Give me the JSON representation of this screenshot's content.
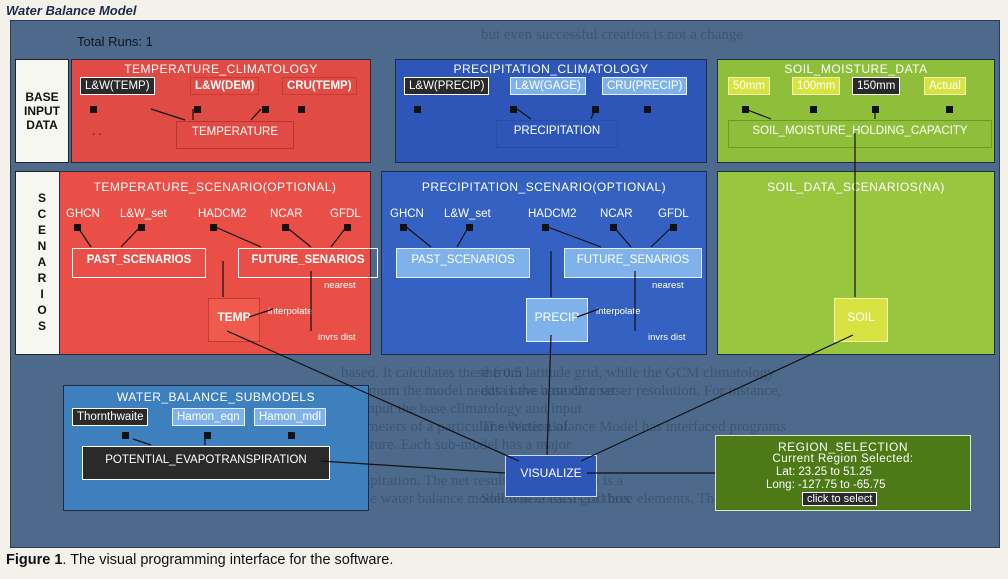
{
  "window_title": "Water Balance Model",
  "total_runs_label": "Total Runs:  1",
  "row_labels": {
    "base_input": "BASE INPUT DATA",
    "scenarios": "SCENARIOS"
  },
  "temperature_climatology": {
    "title": "TEMPERATURE_CLIMATOLOGY",
    "options": [
      "L&W(TEMP)",
      "L&W(DEM)",
      "CRU(TEMP)"
    ],
    "node": "TEMPERATURE",
    "dots": ". ."
  },
  "precipitation_climatology": {
    "title": "PRECIPITATION_CLIMATOLOGY",
    "options": [
      "L&W(PRECIP)",
      "L&W(GAGE)",
      "CRU(PRECIP)"
    ],
    "node": "PRECIPITATION"
  },
  "soil_moisture_data": {
    "title": "SOIL_MOISTURE_DATA",
    "options": [
      "50mm",
      "100mm",
      "150mm",
      "Actual"
    ],
    "node": "SOIL_MOISTURE_HOLDING_CAPACITY"
  },
  "temperature_scenario": {
    "title": "TEMPERATURE_SCENARIO(OPTIONAL)",
    "models": [
      "GHCN",
      "L&W_set",
      "HADCM2",
      "NCAR",
      "GFDL"
    ],
    "past": "PAST_SCENARIOS",
    "future": "FUTURE_SENARIOS",
    "nearest": "nearest",
    "interpolate": "interpolate",
    "invrs": "invrs dist",
    "output": "TEMP"
  },
  "precipitation_scenario": {
    "title": "PRECIPITATION_SCENARIO(OPTIONAL)",
    "models": [
      "GHCN",
      "L&W_set",
      "HADCM2",
      "NCAR",
      "GFDL"
    ],
    "past": "PAST_SCENARIOS",
    "future": "FUTURE_SENARIOS",
    "nearest": "nearest",
    "interpolate": "interpolate",
    "invrs": "invrs dist",
    "output": "PRECIP"
  },
  "soil_data_scenarios": {
    "title": "SOIL_DATA_SCENARIOS(NA)",
    "output": "SOIL"
  },
  "water_balance_submodels": {
    "title": "WATER_BALANCE_SUBMODELS",
    "options": [
      "Thornthwaite",
      "Hamon_eqn",
      "Hamon_mdl"
    ],
    "node": "POTENTIAL_EVAPOTRANSPIRATION"
  },
  "visualize": "VISUALIZE",
  "region_selection": {
    "title": "REGION_SELECTION",
    "current": "Current Region Selected:",
    "lat": "Lat:  23.25 to 51.25",
    "long": "Long:  -127.75 to -65.75",
    "click": "click to select"
  },
  "caption": {
    "label": "Figure 1",
    "text": ". The visual programming interface for the software."
  },
  "colors": {
    "red_panel": "#e04b45",
    "blue_panel": "#2e56b8",
    "green_panel": "#8fbf3a",
    "canvas": "#4d6a8c"
  }
}
